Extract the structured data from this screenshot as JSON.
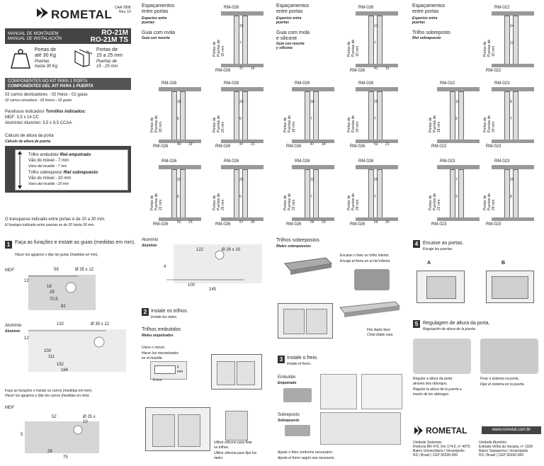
{
  "header": {
    "brand": "ROMETAL",
    "cat_code": "CAA 7808",
    "rev": "Rev. 10",
    "manual_pt": "MANUAL DE MONTAGEM",
    "manual_es": "MANUAL DE INSTALACIÓN",
    "model1": "RO-21M",
    "model2": "RO-21M TS"
  },
  "specs": {
    "weight_pt": "Portas de",
    "weight_pt2": "até 30 Kg",
    "weight_es": "Puertas",
    "weight_es2": "hasta 30 Kg",
    "thick_pt": "Portas de",
    "thick_pt2": "15 a 25 mm",
    "thick_es": "Puertas de",
    "thick_es2": "15 - 25 mm"
  },
  "kit": {
    "title_pt": "COMPONENTES NO KIT PARA 1 PORTA",
    "title_es": "COMPONENTES DEL KIT PARA 1 PUERTA",
    "line1_pt": "02 carros deslizadores - 02 freios - 02 guias",
    "line1_es": "02 carros corredizos - 02 frenos - 02 guías",
    "screws_title": "Parafusos indicados/",
    "screws_title_es": "Tornillos indicados:",
    "screws_mdf": "MDF: 3,5 x 14 CC",
    "screws_al": "Alumínio/",
    "screws_al_es": "Aluminio:",
    "screws_al_val": "3,5 x 9,5 CCAA"
  },
  "calc": {
    "title_pt": "Cálculo de altura da porta",
    "title_es": "Cálculo de altura de puerta",
    "emb_pt": "Trilho embutido/",
    "emb_es": "Riel empotrado",
    "emb_gap": "Vão do móvel - 7 mm",
    "emb_gap_es": "Vano del mueble - 7 mm",
    "sob_pt": "Trilho sobreposto/",
    "sob_es": "Riel sobrepuesto",
    "sob_gap": "Vão do móvel - 20 mm",
    "sob_gap_es": "Vano del mueble - 20 mm",
    "overlap_pt": "O transpasse indicado entre portas é de 20 a 30 mm.",
    "overlap_es": "El traslapo indicado entre puertas es de 20 hasta 30 mm."
  },
  "sections": [
    {
      "title_pt": "Espaçamentos",
      "title_pt2": "entre portas",
      "title_es": "Espacios entre",
      "title_es2": "puertas",
      "sub_pt": "Guia com mola",
      "sub_es": "Guía con resorte"
    },
    {
      "title_pt": "Espaçamentos",
      "title_pt2": "entre portas",
      "title_es": "Espacios entre",
      "title_es2": "puertas",
      "sub_pt": "Guia com mola",
      "sub_pt2": "e silicone",
      "sub_es": "Guía con resorte",
      "sub_es2": "y silicona"
    },
    {
      "title_pt": "Espaçamentos",
      "title_pt2": "entre portas",
      "title_es": "Espacios entre",
      "title_es2": "puertas",
      "sub_pt": "Trilho sobreposto",
      "sub_es": "Riel sobrepuesto"
    }
  ],
  "diagrams": {
    "top": [
      {
        "label_top": "RM-026",
        "label_bot": "RM-026",
        "side": "Portas de",
        "side2": "Puertas de",
        "side3": "15 mm",
        "a": "15",
        "b": "7",
        "c": "37",
        "d": "16"
      },
      {
        "label_top": "RM-026",
        "label_bot": "RM-026",
        "side": "Portas de",
        "side2": "Puertas de",
        "side3": "15 mm",
        "a": "12",
        "b": "7",
        "c": "41",
        "d": "15"
      },
      {
        "label_top": "RM-022",
        "label_bot": "RM-022",
        "side": "Portas de",
        "side2": "Puertas de",
        "side3": "15 mm",
        "a": "14",
        "b": "12",
        "c": "",
        "d": ""
      }
    ],
    "rows": [
      [
        {
          "label_top": "RM-026",
          "label_bot": "RM-026",
          "side": "Portas de",
          "side2": "Puertas de",
          "side3": "18 mm",
          "a": "18",
          "b": "6",
          "c": "43",
          "d": "19"
        },
        {
          "label_top": "RM-026",
          "label_bot": "RM-026",
          "side": "Portas de",
          "side2": "Puertas de",
          "side3": "20 mm",
          "a": "20",
          "b": "6",
          "c": "47",
          "d": "21"
        },
        {
          "label_top": "RM-026",
          "label_bot": "RM-026",
          "side": "Portas de",
          "side2": "Puertas de",
          "side3": "18 mm",
          "a": "18",
          "b": "7",
          "c": "47",
          "d": "18"
        },
        {
          "label_top": "RM-026",
          "label_bot": "RM-026",
          "side": "Portas de",
          "side2": "Puertas de",
          "side3": "20 mm",
          "a": "20",
          "b": "7",
          "c": "53",
          "d": "21"
        },
        {
          "label_top": "RM-022",
          "label_bot": "RM-022",
          "side": "Portas de",
          "side2": "Puertas de",
          "side3": "18 mm",
          "a": "11",
          "b": "9",
          "c": "",
          "d": ""
        },
        {
          "label_top": "RM-023",
          "label_bot": "RM-023",
          "side": "Portas de",
          "side2": "Puertas de",
          "side3": "20 mm",
          "a": "9",
          "b": "7",
          "c": "",
          "d": ""
        }
      ],
      [
        {
          "label_top": "RM-026",
          "label_bot": "RM-026",
          "side": "Portas de",
          "side2": "Puertas de",
          "side3": "22 mm",
          "a": "22",
          "b": "6",
          "c": "52",
          "d": "23"
        },
        {
          "label_top": "RM-026",
          "label_bot": "RM-026",
          "side": "Portas de",
          "side2": "Puertas de",
          "side3": "25 mm",
          "a": "25",
          "b": "6",
          "c": "57",
          "d": "26"
        },
        {
          "label_top": "RM-026",
          "label_bot": "RM-026",
          "side": "Portas de",
          "side2": "Puertas de",
          "side3": "22 mm",
          "a": "22",
          "b": "7",
          "c": "56",
          "d": "23"
        },
        {
          "label_top": "RM-026",
          "label_bot": "RM-026",
          "side": "Portas de",
          "side2": "Puertas de",
          "side3": "25 mm",
          "a": "25",
          "b": "7",
          "c": "59",
          "d": "25"
        },
        {
          "label_top": "RM-023",
          "label_bot": "RM-023",
          "side": "Portas de",
          "side2": "Puertas de",
          "side3": "22 mm",
          "a": "7",
          "b": "3",
          "c": "",
          "d": ""
        },
        {
          "label_top": "RM-023",
          "label_bot": "RM-023",
          "side": "Portas de",
          "side2": "Puertas de",
          "side3": "25 mm",
          "a": "25",
          "b": "8",
          "c": "",
          "d": ""
        }
      ]
    ]
  },
  "step1": {
    "num": "1",
    "text_pt": "Faça as furações e instale as guias (medidas em mm).",
    "text_es": "Hacer los agujeros y fijar las guías (medidas en mm).",
    "mdf": "MDF",
    "aluminio": "Alumínio",
    "aluminio_es": "Aluminio",
    "dims_mdf": [
      "59",
      "Ø 35 x 12",
      "12",
      "18",
      "29",
      "70,5",
      "82"
    ],
    "dims_al": [
      "132",
      "Ø 35 x 12",
      "12",
      "100",
      "111",
      "152",
      "164"
    ],
    "cars_pt": "Faça as furações e instale os carros (medidas em mm).",
    "cars_es": "Hacer los agujeros y fijar los carros (medidas en mm).",
    "mdf2": "MDF",
    "dims_mdf2": [
      "52",
      "Ø 25 x 10",
      "5",
      "29",
      "75"
    ]
  },
  "al_detail": {
    "title": "Alumínio",
    "title_es": "Aluminio",
    "dims": [
      "122",
      "Ø 26 x 10",
      "4",
      "100",
      "145"
    ]
  },
  "step2": {
    "num": "2",
    "title_pt": "Instale os trilhos.",
    "title_es": "Instale los rieles.",
    "emb_pt": "Trilhos embutidos",
    "emb_es": "Rieles empotrados",
    "usine_pt": "Usine o móvel.",
    "usine_es": "Hacer los mecanizados",
    "usine_es2": "en el mueble.",
    "d6": "6 mm",
    "d8": "8 mm",
    "silicone_pt": "Utilize silicone para fixar",
    "silicone_pt2": "os trilhos.",
    "silicone_es": "Utilice silicona para fijar los",
    "silicone_es2": "rieles."
  },
  "sob_rails": {
    "title_pt": "Trilhos sobrepostos",
    "title_es": "Rieles sobrepuestos",
    "enc_pt": "Encaixe o freio no trilho inferior.",
    "enc_es": "Encaje el freno en el riel inferior.",
    "tape_pt": "Fita dupla face",
    "tape_es": "Cinta doble cara"
  },
  "step3": {
    "num": "3",
    "title_pt": "Instale o freio.",
    "title_es": "Instale el freno.",
    "emb_pt": "Embutido",
    "emb_es": "Empotrado",
    "sob_pt": "Sobreposto",
    "sob_es": "Sobrepuesto",
    "adj_pt": "Ajuste o freio conforme necessário.",
    "adj_es": "Ajuste el freno según sea necesario."
  },
  "step4": {
    "num": "4",
    "title_pt": "Encaixe as portas.",
    "title_es": "Encaje las puertas.",
    "a": "A",
    "b": "B"
  },
  "step5": {
    "num": "5",
    "title_pt": "Regulagem de altura da porta.",
    "title_es": "Regulación de altura de la puerta.",
    "reg_pt": "Regular a altura da porta",
    "reg_pt2": "através dos oblongos.",
    "reg_es": "Regular la altura de la puerta a",
    "reg_es2": "través de los oblongos.",
    "fix_pt": "Fixar o sistema na porta.",
    "fix_es": "Fijar el sistema en la puerta."
  },
  "footer": {
    "brand": "ROMETAL",
    "url": "www.rometal.com.br",
    "u1_title": "Unidade Sistemas",
    "u1_l1": "Rodovia BR 470, Km 174,5, nº 4075",
    "u1_l2": "Bairro Universitário | Veranópolis",
    "u1_l3": "RS | Brasil | CEP 95330-000",
    "u2_title": "Unidade Alumínio",
    "u2_l1": "Estrada Velha da Vacaria, nº 1339",
    "u2_l2": "Bairro Sapopema | Veranópolis",
    "u2_l3": "RS | Brasil | CEP 95330-000"
  },
  "colors": {
    "dark": "#444444",
    "mid": "#555555",
    "light": "#d6d6d6"
  }
}
